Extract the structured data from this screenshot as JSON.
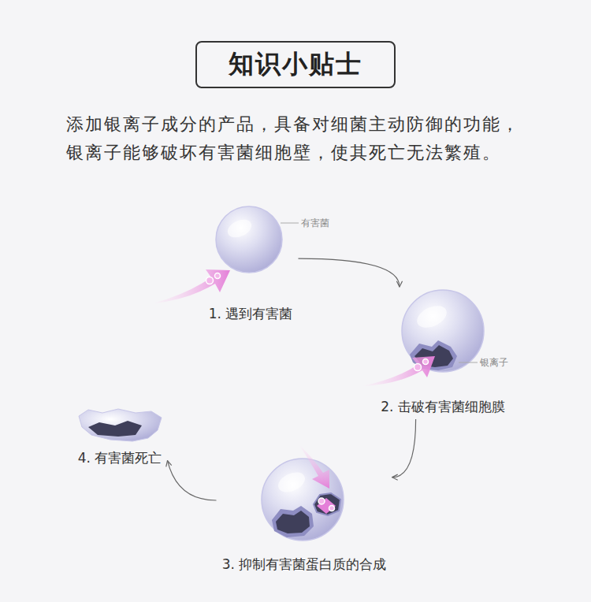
{
  "diagram": {
    "title": "知识小贴士",
    "nodes": [
      {
        "text": [
          "1. 遇到有害菌"
        ]
      },
      {
        "text": [
          "2. 击破有害菌细胞膜"
        ]
      },
      {
        "text": [
          "3. 抑制有害菌蛋白质的合成"
        ]
      },
      {
        "text": [
          "4. 有害菌死亡"
        ]
      }
    ],
    "edges": [
      {
        "from": 0,
        "to": 1,
        "arrow": "to"
      },
      {
        "from": 1,
        "to": 2,
        "arrow": "to"
      },
      {
        "from": 2,
        "to": 3,
        "arrow": "to"
      }
    ],
    "labels": [
      "添加银离子成分的产品，具备对细菌主动防御的功能，银离子能够破坏有害菌细胞壁，使其死亡无法繁殖。",
      "有害菌",
      "银离子"
    ]
  }
}
